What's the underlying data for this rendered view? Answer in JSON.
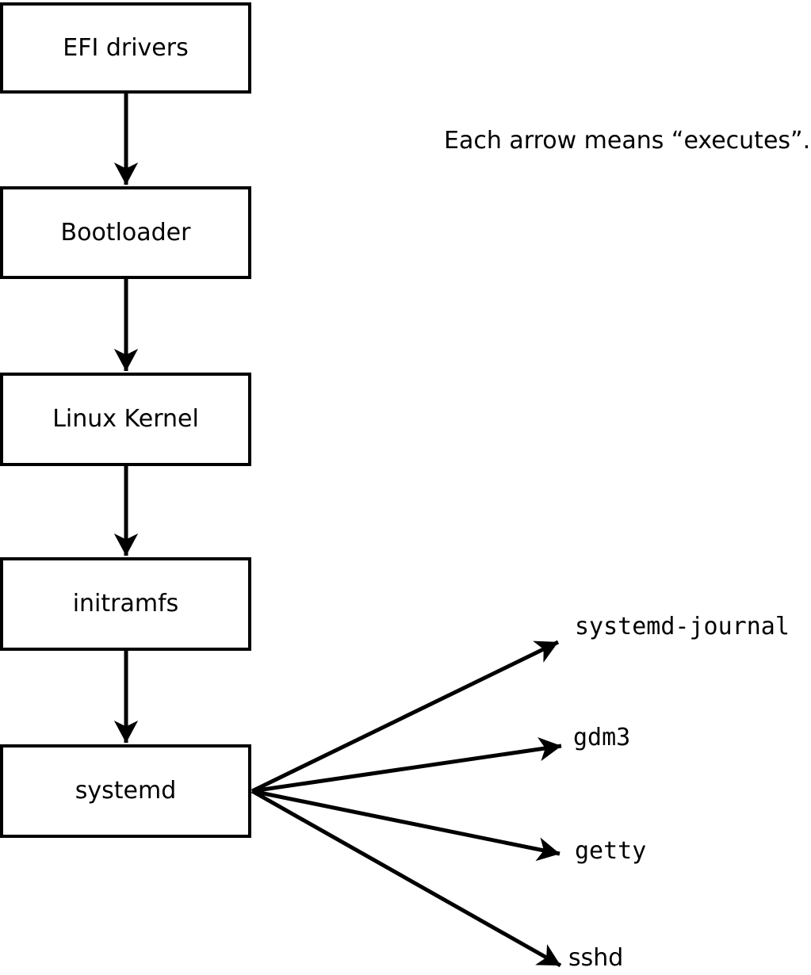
{
  "note": "Each arrow means “executes”.",
  "arrow_meaning": "executes",
  "chain": [
    {
      "id": "efi-drivers",
      "label": "EFI drivers"
    },
    {
      "id": "bootloader",
      "label": "Bootloader"
    },
    {
      "id": "linux-kernel",
      "label": "Linux Kernel"
    },
    {
      "id": "initramfs",
      "label": "initramfs"
    },
    {
      "id": "systemd",
      "label": "systemd"
    }
  ],
  "spawned": [
    {
      "id": "systemd-journal",
      "label": "systemd-journal"
    },
    {
      "id": "gdm3",
      "label": "gdm3"
    },
    {
      "id": "getty",
      "label": "getty"
    },
    {
      "id": "sshd",
      "label": "sshd"
    }
  ],
  "colors": {
    "stroke": "#000000",
    "background": "#ffffff",
    "text": "#000000"
  }
}
